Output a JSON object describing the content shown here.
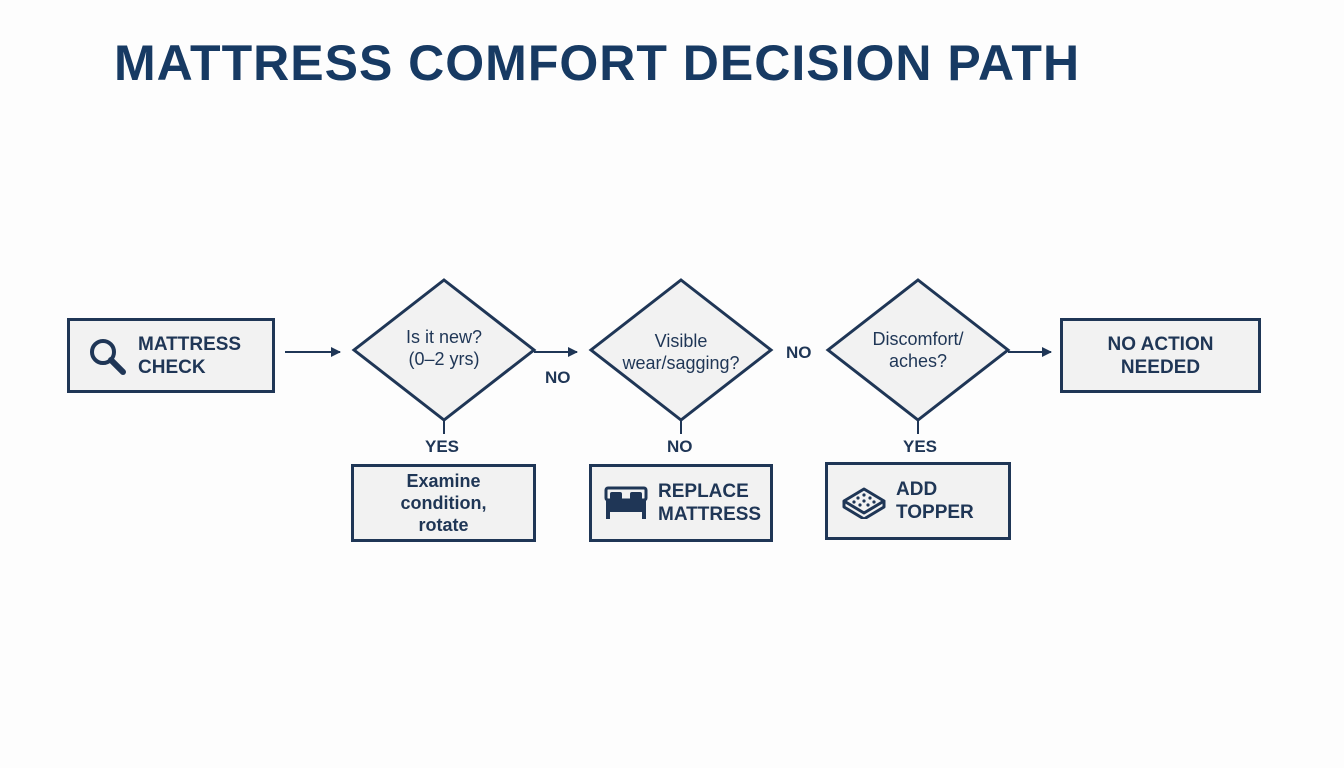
{
  "title": "MATTRESS COMFORT DECISION PATH",
  "colors": {
    "stroke": "#1f3656",
    "fill": "#f2f2f2",
    "title": "#173a63"
  },
  "nodes": {
    "start": {
      "line1": "MATTRESS",
      "line2": "CHECK",
      "icon": "magnifier-icon"
    },
    "q_new": {
      "line1": "Is it new?",
      "line2": "(0–2 yrs)"
    },
    "q_wear": {
      "line1": "Visible",
      "line2": "wear/sagging?"
    },
    "q_discomfort": {
      "line1": "Discomfort/",
      "line2": "aches?"
    },
    "end_none": {
      "line1": "NO ACTION",
      "line2": "NEEDED"
    },
    "examine": {
      "line1": "Examine",
      "line2": "condition,",
      "line3": "rotate"
    },
    "replace": {
      "line1": "REPLACE",
      "line2": "MATTRESS",
      "icon": "bed-icon"
    },
    "topper": {
      "line1": "ADD",
      "line2": "TOPPER",
      "icon": "topper-icon"
    }
  },
  "edge_labels": {
    "new_no": "NO",
    "new_yes": "YES",
    "wear_no_right": "NO",
    "wear_no_down": "NO",
    "discomfort_yes": "YES"
  }
}
